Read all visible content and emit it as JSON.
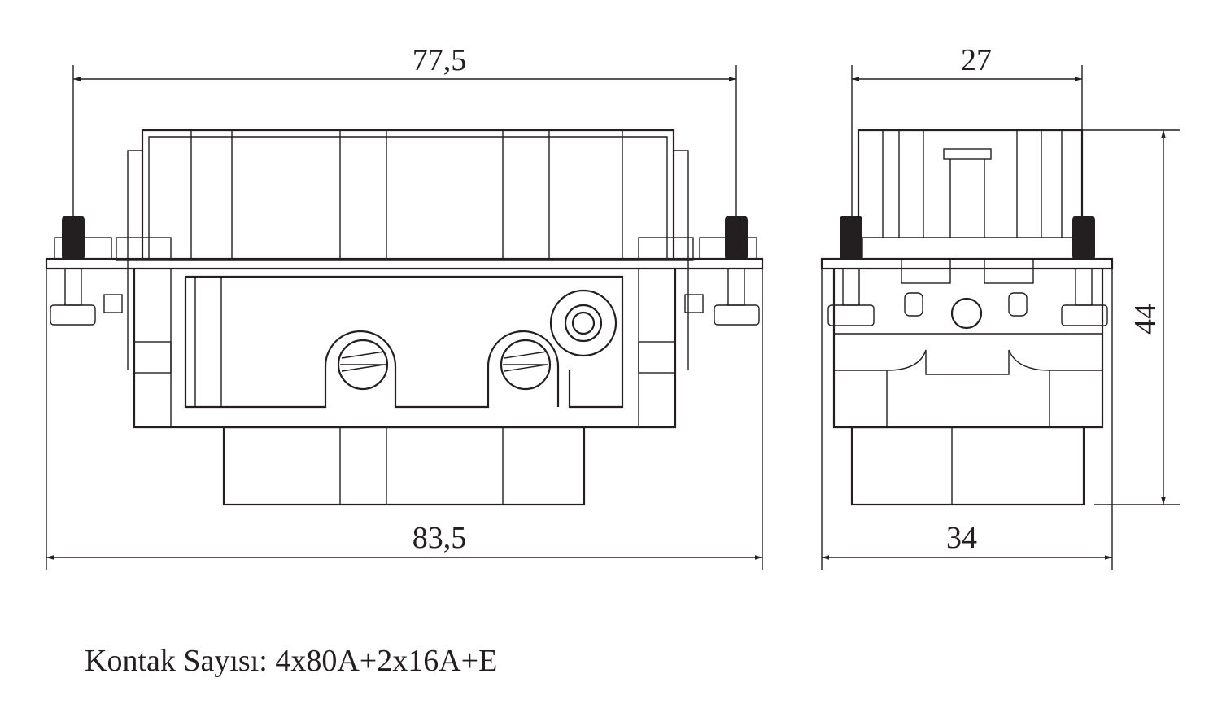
{
  "dimensions": {
    "front_top_width": "77,5",
    "front_bottom_width": "83,5",
    "side_top_width": "27",
    "side_bottom_width": "34",
    "side_height": "44"
  },
  "caption": "Kontak Sayısı: 4x80A+2x16A+E"
}
